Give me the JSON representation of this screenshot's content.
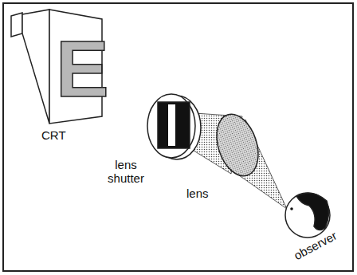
{
  "diagram": {
    "labels": [
      "E",
      "CRT",
      "lens shutter",
      "lens",
      "observer"
    ]
  }
}
